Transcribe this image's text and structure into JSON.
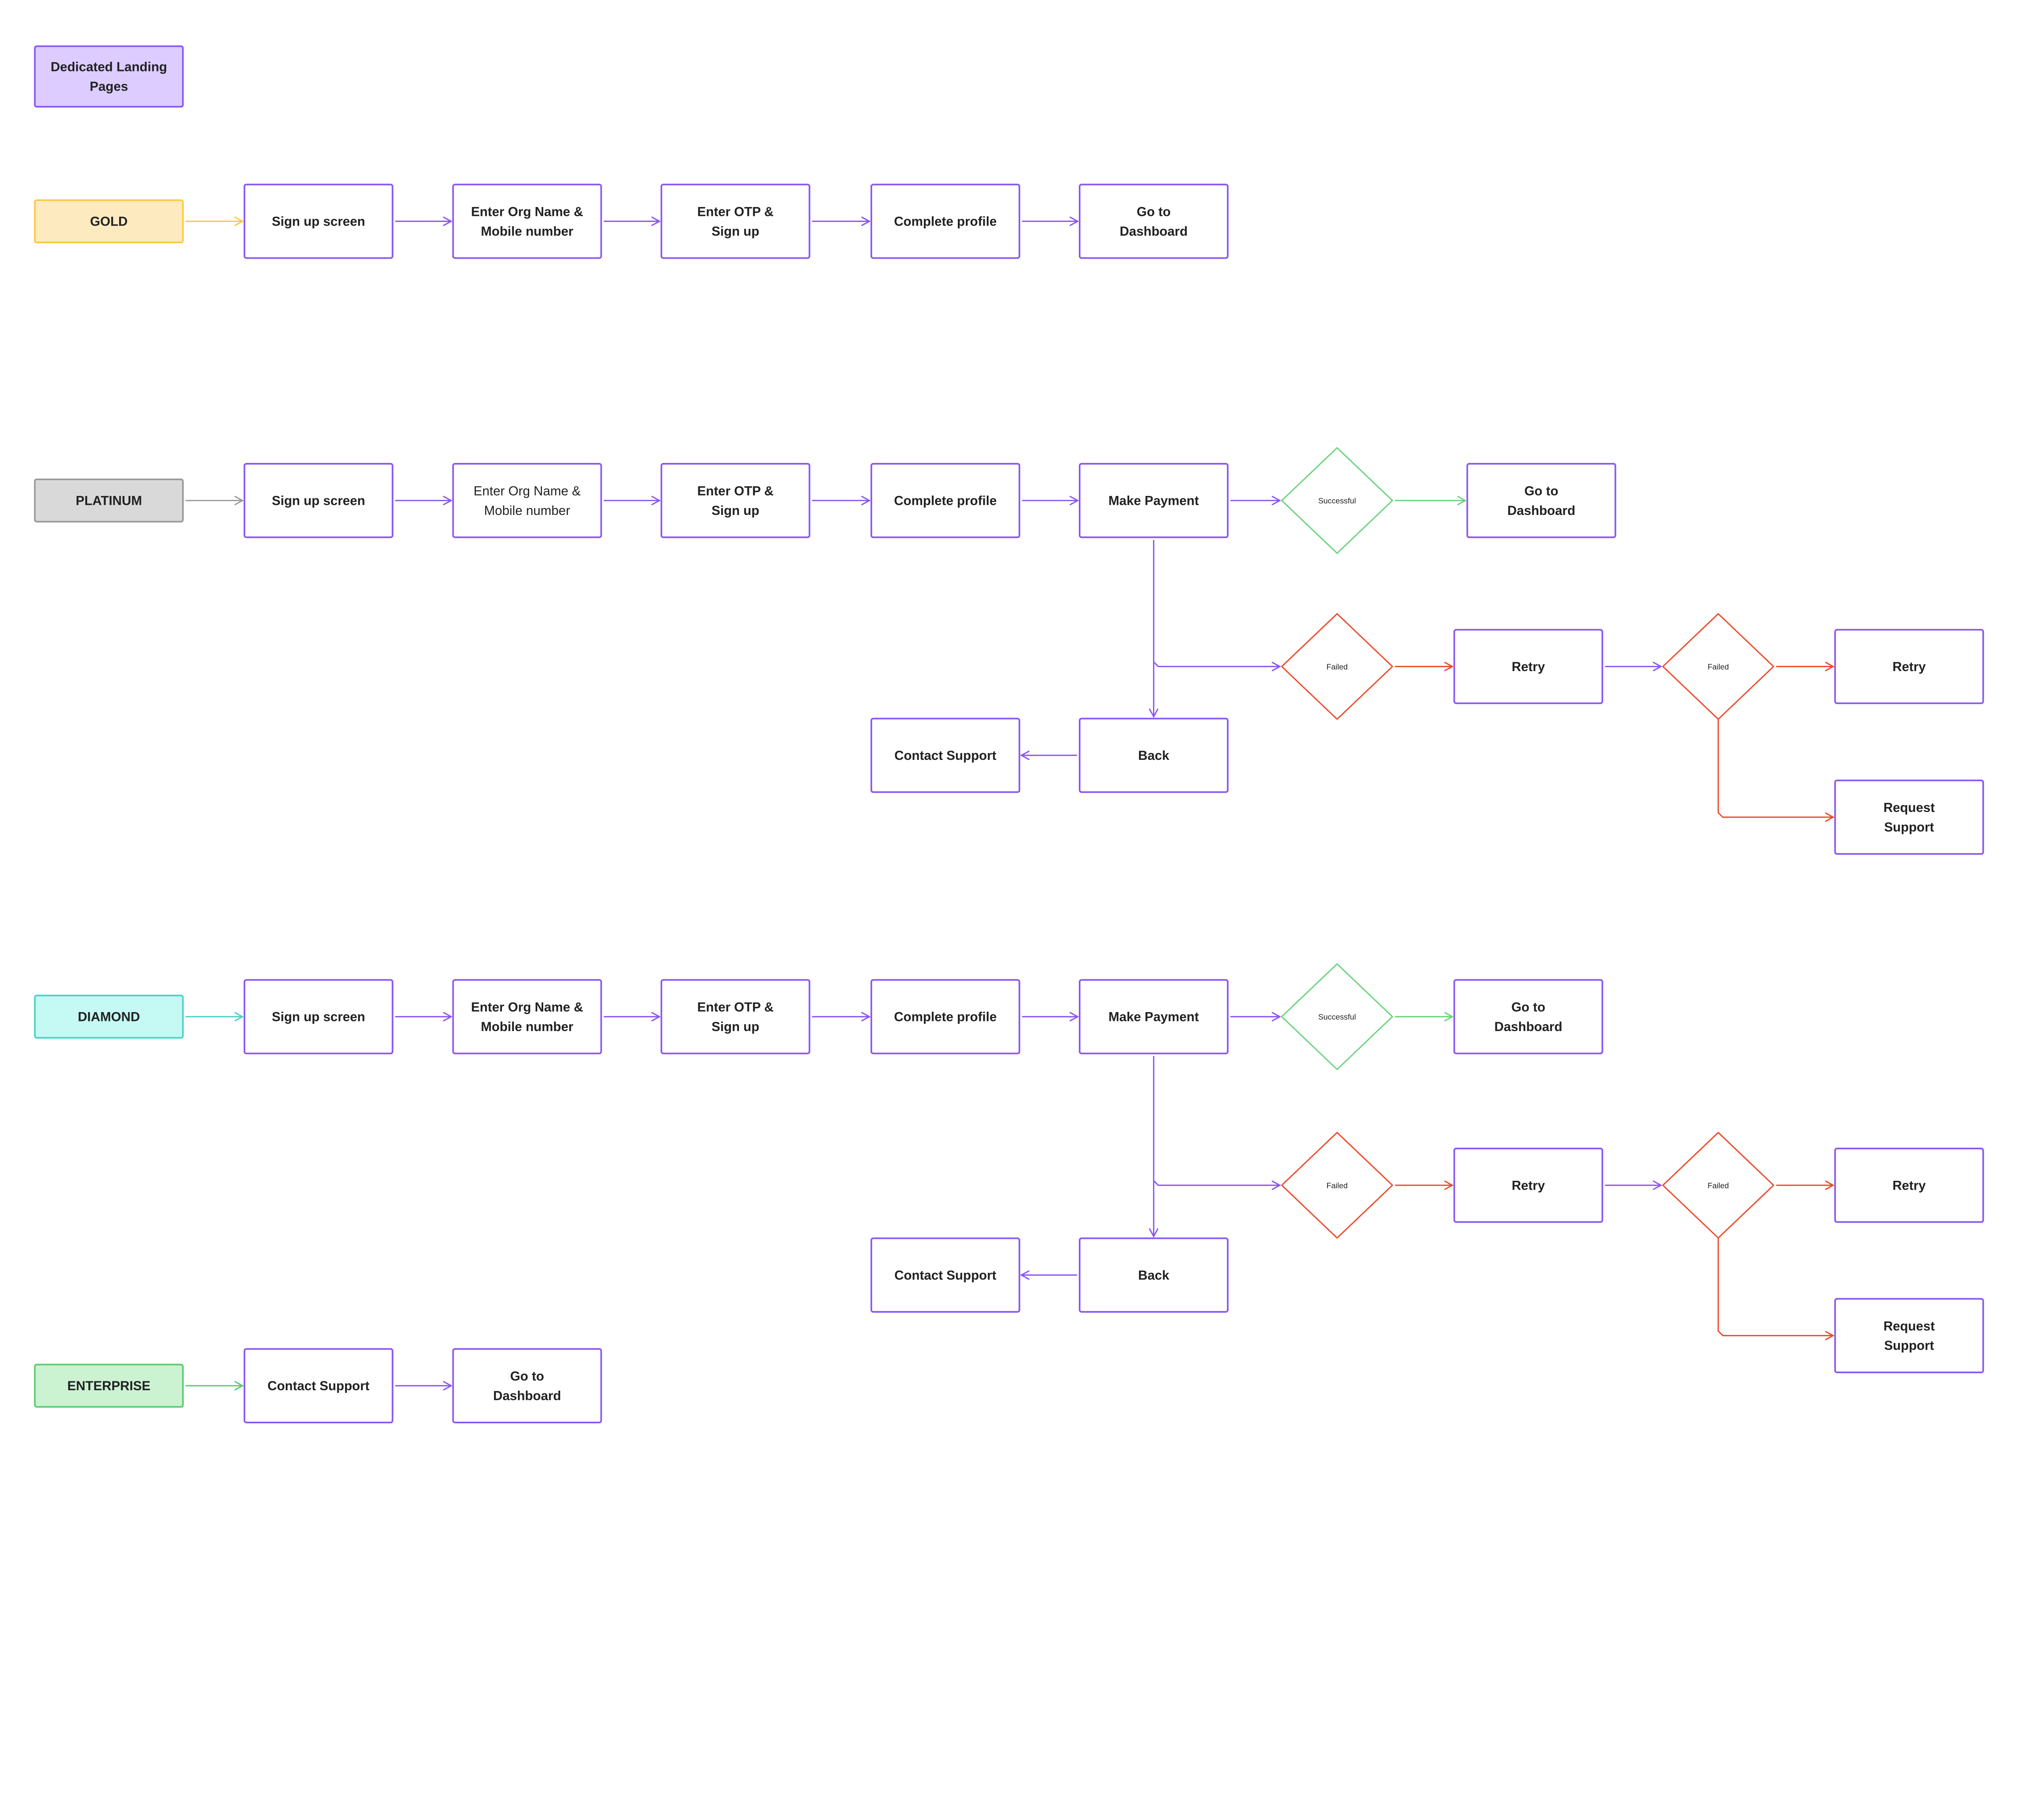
{
  "colors": {
    "node_border": "#8A55F6",
    "arrow_default": "#8A55F6",
    "success": "#6AD47A",
    "failed": "#EE4B2B",
    "text": "#222222"
  },
  "header": {
    "lines": [
      "Dedicated Landing",
      "Pages"
    ],
    "fill": "#DDCCFF",
    "stroke": "#8A55F6"
  },
  "tiers": {
    "gold": {
      "lines": [
        "GOLD"
      ],
      "fill": "#FDEBBF",
      "stroke": "#FCC844"
    },
    "platinum": {
      "lines": [
        "PLATINUM"
      ],
      "fill": "#D9D9D9",
      "stroke": "#9A9A9A"
    },
    "diamond": {
      "lines": [
        "DIAMOND"
      ],
      "fill": "#C4F9F4",
      "stroke": "#4FD1C5"
    },
    "enterprise": {
      "lines": [
        "ENTERPRISE"
      ],
      "fill": "#CBF3D2",
      "stroke": "#5CCB72"
    }
  },
  "gold": {
    "nodes": [
      {
        "lines": [
          "Sign up screen"
        ]
      },
      {
        "lines": [
          "Enter Org Name &",
          "Mobile number"
        ]
      },
      {
        "lines": [
          "Enter OTP &",
          "Sign up"
        ]
      },
      {
        "lines": [
          "Complete profile"
        ]
      },
      {
        "lines": [
          "Go to",
          "Dashboard"
        ]
      }
    ]
  },
  "platinum": {
    "nodes": [
      {
        "lines": [
          "Sign up screen"
        ]
      },
      {
        "lines": [
          "Enter Org Name &",
          "Mobile number"
        ],
        "weight": "regular"
      },
      {
        "lines": [
          "Enter OTP &",
          "Sign up"
        ]
      },
      {
        "lines": [
          "Complete profile"
        ]
      },
      {
        "lines": [
          "Make Payment"
        ]
      },
      {
        "lines": [
          "Go to",
          "Dashboard"
        ]
      },
      {
        "lines": [
          "Retry"
        ]
      },
      {
        "lines": [
          "Retry"
        ]
      },
      {
        "lines": [
          "Request",
          "Support"
        ]
      },
      {
        "lines": [
          "Back"
        ]
      },
      {
        "lines": [
          "Contact Support"
        ]
      }
    ],
    "decisions": [
      {
        "label": "Successful",
        "status": "success"
      },
      {
        "label": "Failed",
        "status": "failed"
      },
      {
        "label": "Failed",
        "status": "failed"
      }
    ]
  },
  "diamond": {
    "nodes": [
      {
        "lines": [
          "Sign up screen"
        ]
      },
      {
        "lines": [
          "Enter Org Name &",
          "Mobile number"
        ]
      },
      {
        "lines": [
          "Enter OTP &",
          "Sign up"
        ]
      },
      {
        "lines": [
          "Complete profile"
        ]
      },
      {
        "lines": [
          "Make Payment"
        ]
      },
      {
        "lines": [
          "Go to",
          "Dashboard"
        ]
      },
      {
        "lines": [
          "Retry"
        ]
      },
      {
        "lines": [
          "Retry"
        ]
      },
      {
        "lines": [
          "Request",
          "Support"
        ]
      },
      {
        "lines": [
          "Back"
        ]
      },
      {
        "lines": [
          "Contact Support"
        ]
      }
    ],
    "decisions": [
      {
        "label": "Successful",
        "status": "success"
      },
      {
        "label": "Failed",
        "status": "failed"
      },
      {
        "label": "Failed",
        "status": "failed"
      }
    ]
  },
  "enterprise": {
    "nodes": [
      {
        "lines": [
          "Contact Support"
        ]
      },
      {
        "lines": [
          "Go to",
          "Dashboard"
        ]
      }
    ]
  }
}
